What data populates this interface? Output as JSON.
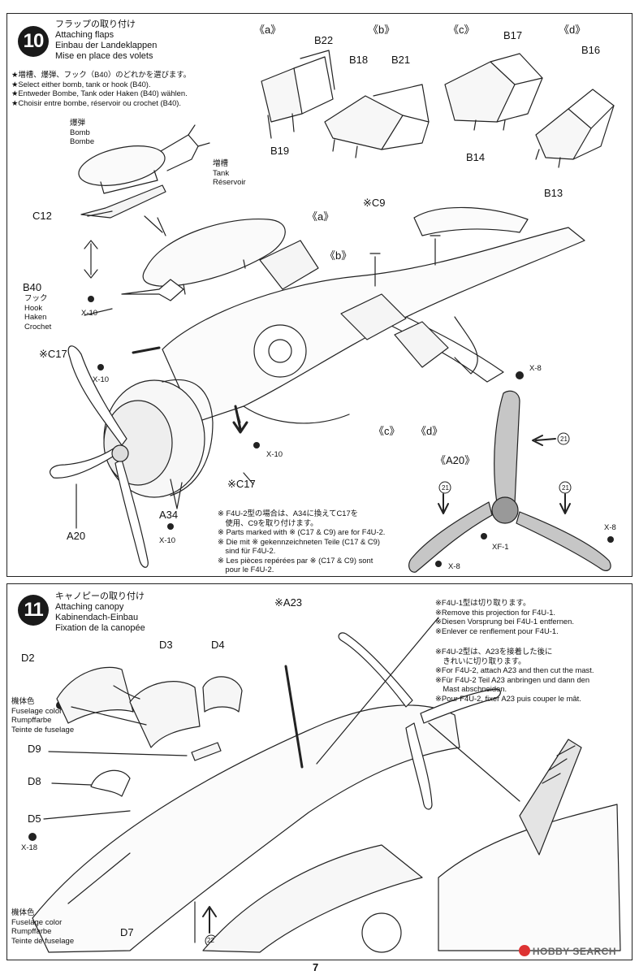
{
  "page_number": "7",
  "watermark": "HOBBY SEARCH",
  "step10": {
    "number": "10",
    "title_lines": [
      "フラップの取り付け",
      "Attaching flaps",
      "Einbau der Landeklappen",
      "Mise en place des volets"
    ],
    "notes": [
      "★増槽、爆弾、フック（B40）のどれかを選びます。",
      "★Select either bomb, tank or hook (B40).",
      "★Entweder Bombe, Tank oder Haken (B40) wählen.",
      "★Choisir entre bombe, réservoir ou crochet (B40)."
    ],
    "variants": [
      "《a》",
      "《b》",
      "《c》",
      "《d》"
    ],
    "parts_top": [
      "B22",
      "B18",
      "B21",
      "B17",
      "B16",
      "B19",
      "B14",
      "B13"
    ],
    "bomb_label": [
      "爆弾",
      "Bomb",
      "Bombe"
    ],
    "tank_label": [
      "増槽",
      "Tank",
      "Réservoir"
    ],
    "hook_label": [
      "フック",
      "Hook",
      "Haken",
      "Crochet"
    ],
    "part_c12": "C12",
    "part_b40": "B40",
    "screw_x10": "X-10",
    "screw_x8": "X-8",
    "screw_xf1": "XF-1",
    "part_c17_mark": "※C17",
    "part_c9_mark": "※C9",
    "part_a34": "A34",
    "part_a20": "A20",
    "part_a20_detail": "《A20》",
    "ref_21": "21",
    "footnotes": [
      "※ F4U-2型の場合は、A34に換えてC17を",
      "　使用、C9を取り付けます。",
      "※ Parts marked with ※ (C17 & C9) are for F4U-2.",
      "※ Die mit ※ gekennzeichneten Teile (C17 & C9)",
      "　sind für F4U-2.",
      "※ Les pièces repérées par ※ (C17 & C9) sont",
      "　pour le F4U-2."
    ]
  },
  "step11": {
    "number": "11",
    "title_lines": [
      "キャノピーの取り付け",
      "Attaching canopy",
      "Kabinendach-Einbau",
      "Fixation de la canopée"
    ],
    "parts": [
      "D2",
      "D3",
      "D4",
      "D9",
      "D8",
      "D5",
      "D7"
    ],
    "part_a23_mark": "※A23",
    "fuselage_color": [
      "機体色",
      "Fuselage color",
      "Rumpffarbe",
      "Teinte de fuselage"
    ],
    "screw_x18": "X-18",
    "ref_22": "22",
    "note_f4u1": [
      "※F4U-1型は切り取ります。",
      "※Remove this projection for F4U-1.",
      "※Diesen Vorsprung bei F4U-1 entfernen.",
      "※Enlever ce renflement pour F4U-1."
    ],
    "note_f4u2": [
      "※F4U-2型は、A23を接着した後に",
      "　きれいに切り取ります。",
      "※For F4U-2, attach A23 and then cut the mast.",
      "※Für F4U-2 Teil A23 anbringen und dann den",
      "　Mast abschneiden.",
      "※Pour F4U-2, fixer A23 puis couper le mât."
    ]
  }
}
